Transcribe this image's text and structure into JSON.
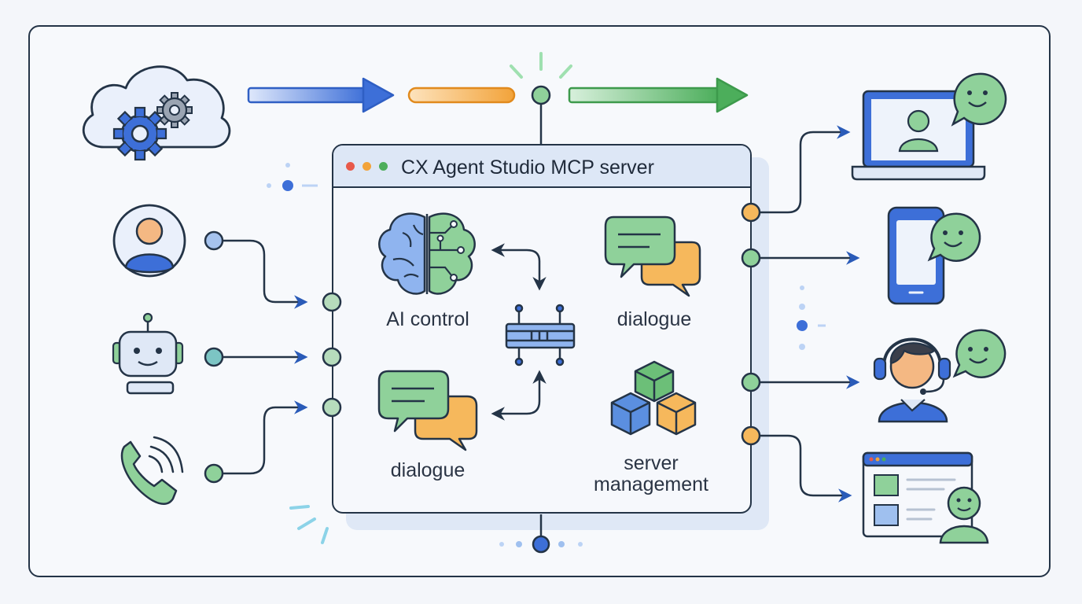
{
  "server": {
    "title": "CX Agent Studio MCP server",
    "window_dot_colors": [
      "#e8594a",
      "#f2a33a",
      "#4cae5b"
    ]
  },
  "modules": [
    {
      "label": "AI control",
      "icon": "brain-circuit-icon"
    },
    {
      "label": "dialogue",
      "icon": "chat-bubbles-icon"
    },
    {
      "label": "dialogue",
      "icon": "chat-bubbles-icon"
    },
    {
      "label": "server\nmanagement",
      "icon": "cubes-icon"
    }
  ],
  "inputs": [
    {
      "icon": "cloud-gears-icon"
    },
    {
      "icon": "user-avatar-icon"
    },
    {
      "icon": "robot-icon"
    },
    {
      "icon": "phone-call-icon"
    }
  ],
  "outputs": [
    {
      "icon": "laptop-video-chat-icon"
    },
    {
      "icon": "smartphone-chat-icon"
    },
    {
      "icon": "support-agent-headset-icon"
    },
    {
      "icon": "web-dashboard-agent-icon"
    }
  ],
  "colors": {
    "blue": "#3d6fd8",
    "green": "#4cae5b",
    "orange": "#f2a33a",
    "teal": "#3c8f9a",
    "outline": "#243447",
    "green_fill": "#8fd19a",
    "blue_fill": "#9fc0ef",
    "orange_fill": "#f6b85c"
  }
}
